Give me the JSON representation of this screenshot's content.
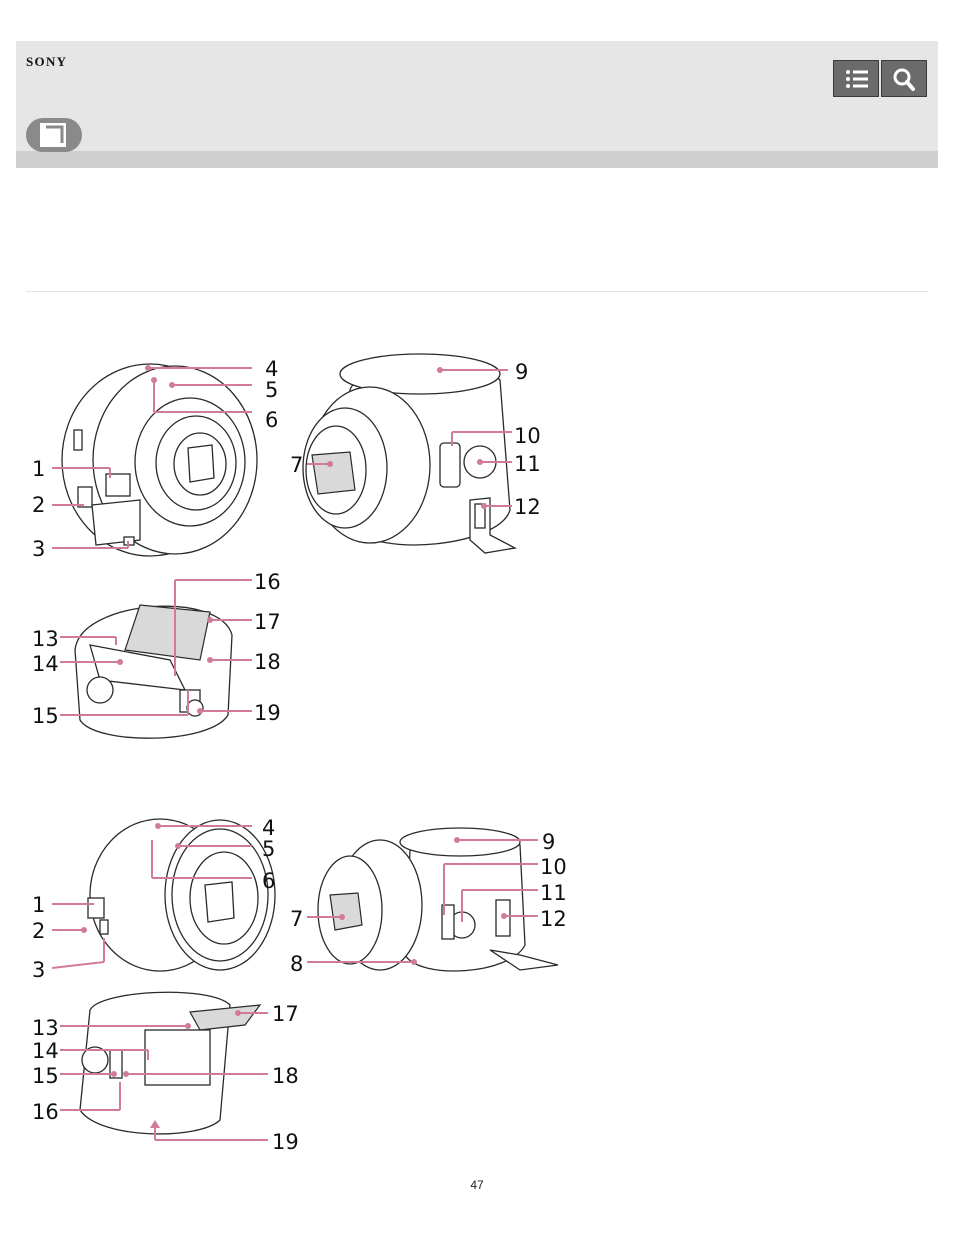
{
  "header": {
    "brand": "SONY",
    "toc_button_icon": "list-icon",
    "search_button_icon": "search-icon",
    "book_icon": "book-icon"
  },
  "figures": {
    "top": {
      "callouts": [
        "1",
        "2",
        "3",
        "4",
        "5",
        "6",
        "7",
        "9",
        "10",
        "11",
        "12",
        "13",
        "14",
        "15",
        "16",
        "17",
        "18",
        "19"
      ]
    },
    "bottom": {
      "callouts": [
        "1",
        "2",
        "3",
        "4",
        "5",
        "6",
        "7",
        "8",
        "9",
        "10",
        "11",
        "12",
        "13",
        "14",
        "15",
        "16",
        "17",
        "18",
        "19"
      ]
    }
  },
  "footer": {
    "page_number": "47"
  }
}
